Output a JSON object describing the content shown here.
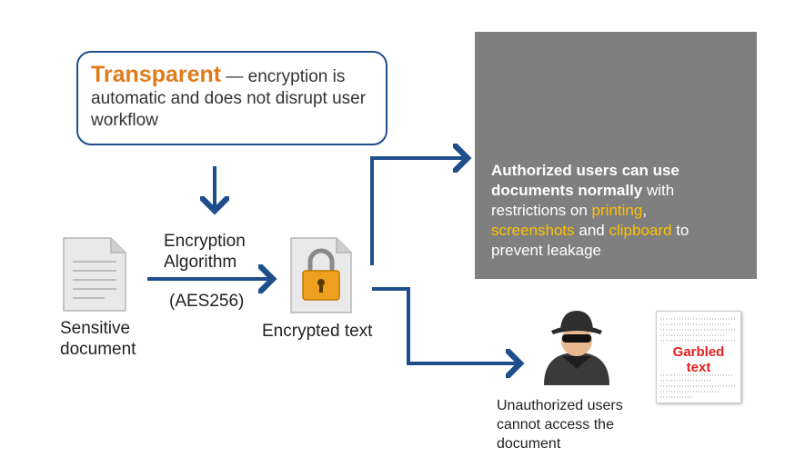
{
  "callout": {
    "keyword": "Transparent",
    "text": " — encryption is automatic and does not disrupt user workflow"
  },
  "algorithm": {
    "line1": "Encryption",
    "line2": "Algorithm",
    "cipher": "(AES256)"
  },
  "source": {
    "line1": "Sensitive",
    "line2": "document"
  },
  "encrypted": {
    "label": "Encrypted text"
  },
  "authorized": {
    "bold1": "Authorized users can use",
    "bold2": "documents normally",
    "t1": " with",
    "t2": "restrictions on ",
    "hl1": "printing",
    "t3": ",",
    "hl2": "screenshots",
    "t4": " and ",
    "hl3": "clipboard",
    "t5": " to",
    "t6": "prevent leakage"
  },
  "unauthorized": {
    "line1": "Unauthorized users",
    "line2": "cannot access the",
    "line3": "document"
  },
  "garbled": {
    "line1": "Garbled",
    "line2": "text"
  },
  "colors": {
    "arrow": "#1f4e8c",
    "accent": "#e07b1a",
    "highlight": "#ffc000",
    "panel": "#7f7f7f",
    "garbled": "#e02020"
  }
}
